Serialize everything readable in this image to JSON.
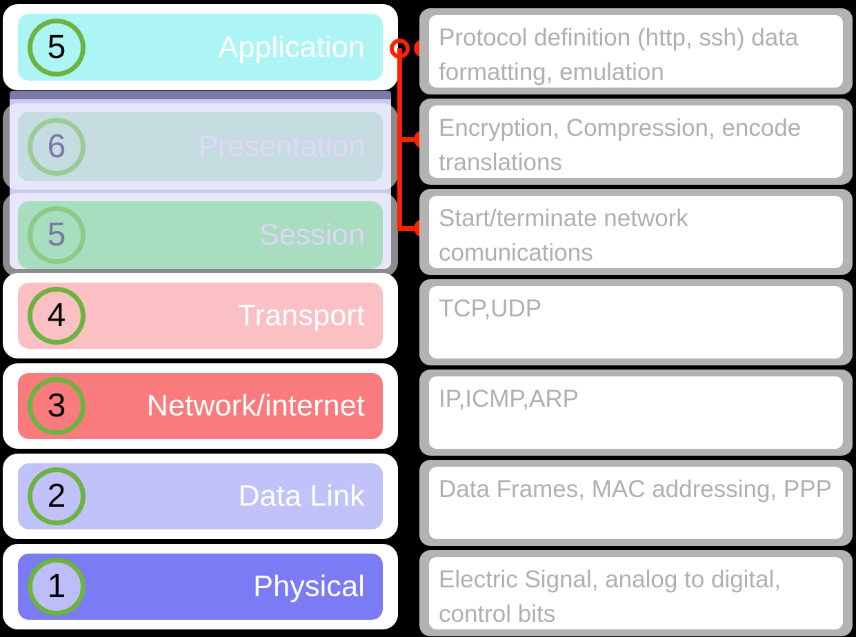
{
  "diagram": {
    "title": "OSI / TCP-IP layer model",
    "accent_green": "#6DB33F",
    "connector_red": "#FF2000",
    "frame_gray": "#B3B3B3",
    "description_text_color": "#B0B0B0"
  },
  "layers": [
    {
      "number": "5",
      "name": "Application",
      "band_color": "#ADF5F5",
      "label_color": "#FFFFFF",
      "state": "active"
    },
    {
      "number": "6",
      "name": "Presentation",
      "band_color": "#C5DCE0",
      "label_color": "#E0D8F8",
      "state": "faded"
    },
    {
      "number": "5",
      "name": "Session",
      "band_color": "#A8DDC0",
      "label_color": "#DDD5F5",
      "state": "faded"
    },
    {
      "number": "4",
      "name": "Transport",
      "band_color": "#FAC0C4",
      "label_color": "#FFFFFF",
      "state": "active"
    },
    {
      "number": "3",
      "name": "Network/internet",
      "band_color": "#FA7B7E",
      "label_color": "#FFFFFF",
      "state": "active"
    },
    {
      "number": "2",
      "name": "Data Link",
      "band_color": "#C2C2FA",
      "label_color": "#FFFFFF",
      "state": "active"
    },
    {
      "number": "1",
      "name": "Physical",
      "band_color": "#7B7BF5",
      "label_color": "#FFFFFF",
      "circle_fill": "#BDBDFA",
      "state": "active"
    }
  ],
  "descriptions": [
    {
      "text": "Protocol definition (http, ssh) data formatting, emulation"
    },
    {
      "text": "Encryption, Compression, encode translations"
    },
    {
      "text": "Start/terminate network comunications"
    },
    {
      "text": "TCP,UDP"
    },
    {
      "text": "IP,ICMP,ARP"
    },
    {
      "text": "Data Frames, MAC addressing, PPP"
    },
    {
      "text": "Electric Signal, analog to digital, control bits"
    }
  ]
}
